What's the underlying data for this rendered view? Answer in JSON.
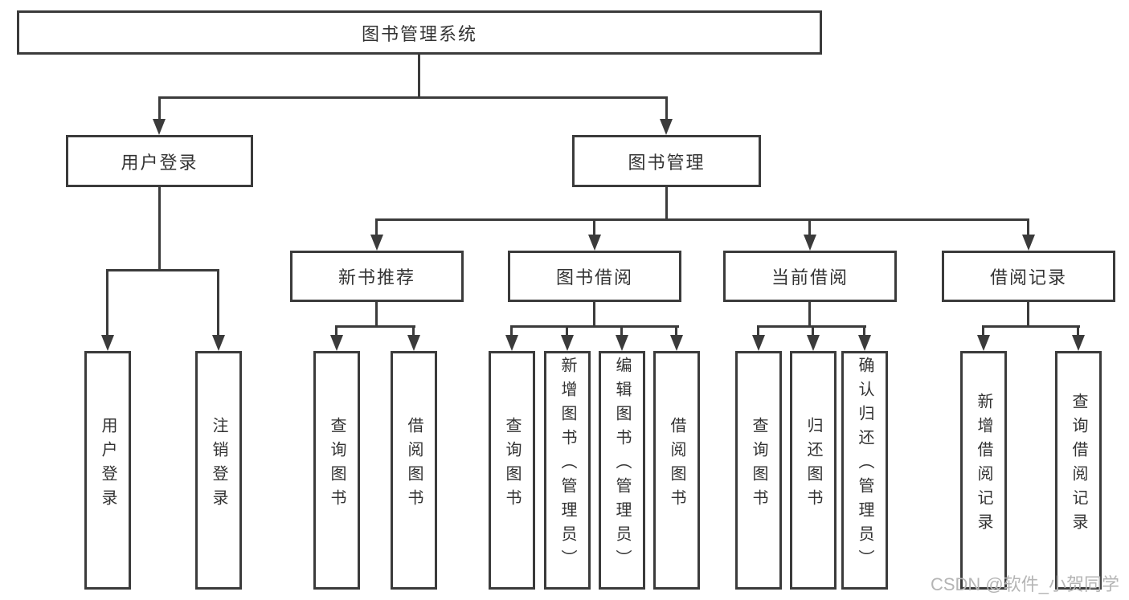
{
  "watermark": {
    "text": "CSDN @软件_小贺同学"
  },
  "colors": {
    "line": "#3b3b3b",
    "text": "#333333",
    "background": "#ffffff",
    "watermark": "#b5b5b5"
  },
  "tree": {
    "root": {
      "label": "图书管理系统"
    },
    "branches": [
      {
        "label": "用户登录",
        "children": [
          {
            "label": "用户登录"
          },
          {
            "label": "注销登录"
          }
        ]
      },
      {
        "label": "图书管理",
        "sections": [
          {
            "label": "新书推荐",
            "children": [
              {
                "label": "查询图书"
              },
              {
                "label": "借阅图书"
              }
            ]
          },
          {
            "label": "图书借阅",
            "children": [
              {
                "label": "查询图书"
              },
              {
                "label": "新增图书（管理员）"
              },
              {
                "label": "编辑图书（管理员）"
              },
              {
                "label": "借阅图书"
              }
            ]
          },
          {
            "label": "当前借阅",
            "children": [
              {
                "label": "查询图书"
              },
              {
                "label": "归还图书"
              },
              {
                "label": "确认归还（管理员）"
              }
            ]
          },
          {
            "label": "借阅记录",
            "children": [
              {
                "label": "新增借阅记录"
              },
              {
                "label": "查询借阅记录"
              }
            ]
          }
        ]
      }
    ]
  }
}
